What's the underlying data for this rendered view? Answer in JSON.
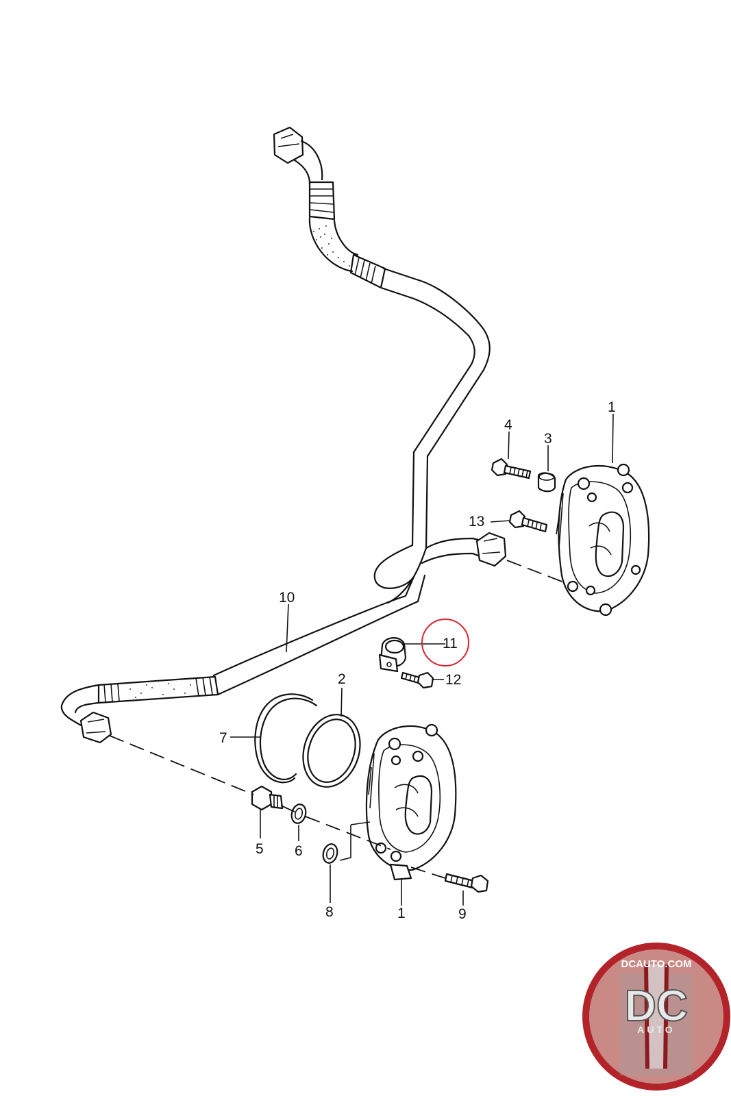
{
  "callouts": {
    "c1_top": "1",
    "c1_bottom": "1",
    "c2": "2",
    "c3": "3",
    "c4": "4",
    "c5": "5",
    "c6": "6",
    "c7": "7",
    "c8": "8",
    "c9": "9",
    "c10": "10",
    "c11": "11",
    "c12": "12",
    "c13": "13"
  },
  "highlight": {
    "item": "11",
    "color": "#d9232e"
  },
  "watermark": {
    "site": "DCAUTO.COM",
    "mark": "DC",
    "word": "AUTO",
    "colors": {
      "ring": "#b3232a",
      "inner": "#c98a86"
    }
  },
  "icons": [
    "turbo-housing-icon",
    "oil-line-icon",
    "bolt-icon",
    "sleeve-icon",
    "o-ring-icon",
    "clamp-icon",
    "fitting-icon",
    "seal-ring-icon"
  ]
}
